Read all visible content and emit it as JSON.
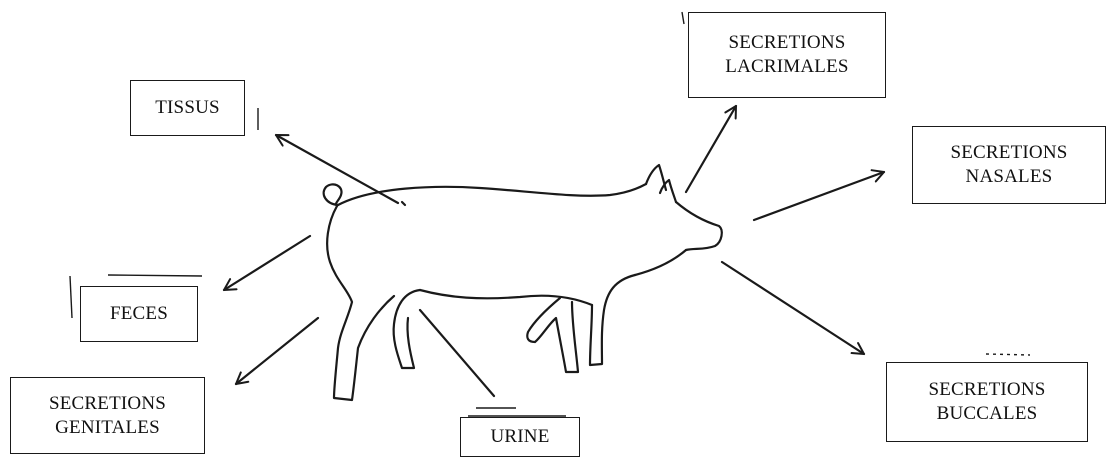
{
  "diagram": {
    "subject": "pig-outline",
    "labels": {
      "tissus": [
        "TISSUS"
      ],
      "feces": [
        "FECES"
      ],
      "secretions_genitales": [
        "SECRETIONS",
        "GENITALES"
      ],
      "urine": [
        "URINE"
      ],
      "secretions_lacrimales": [
        "SECRETIONS",
        "LACRIMALES"
      ],
      "secretions_nasales": [
        "SECRETIONS",
        "NASALES"
      ],
      "secretions_buccales": [
        "SECRETIONS",
        "BUCCALES"
      ]
    }
  }
}
